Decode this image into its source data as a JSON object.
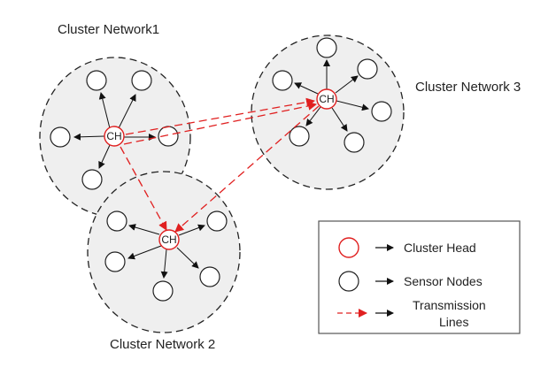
{
  "clusters": [
    {
      "id": "c1",
      "label": "Cluster Network1"
    },
    {
      "id": "c2",
      "label": "Cluster Network 2"
    },
    {
      "id": "c3",
      "label": "Cluster Network 3"
    }
  ],
  "cluster_head_label": "CH",
  "legend": {
    "cluster_head": "Cluster Head",
    "sensor_nodes": "Sensor Nodes",
    "transmission_line1": "Transmission",
    "transmission_line2": "Lines"
  },
  "colors": {
    "cluster_fill": "#efefef",
    "cluster_stroke": "#222222",
    "head": "#e02020",
    "transmission": "#e02020",
    "arrow": "#111111",
    "node_stroke": "#222222"
  }
}
